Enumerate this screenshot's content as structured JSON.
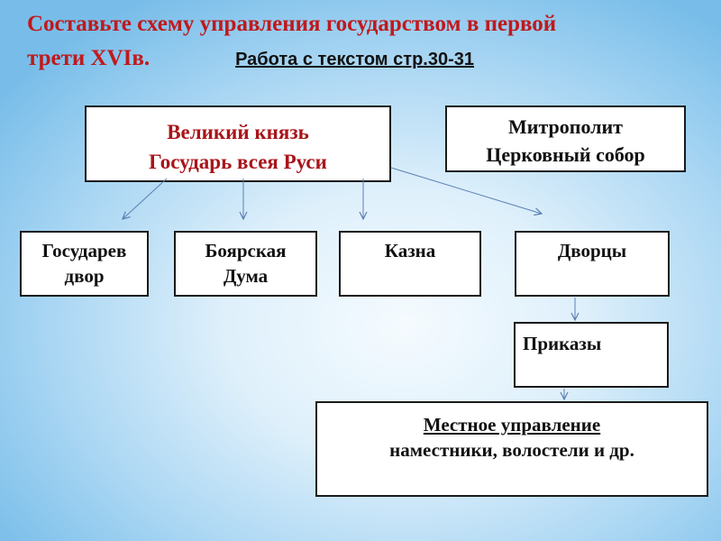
{
  "title": {
    "line1": "Составьте схему управления государством в первой",
    "line2": "трети  XVIв.",
    "task": "Работа с текстом стр.30-31 "
  },
  "nodes": {
    "prince": {
      "line1": "Великий князь",
      "line2": "Государь всея Руси"
    },
    "metropolitan": {
      "line1": "Митрополит",
      "line2": "Церковный собор"
    },
    "court": {
      "line1": "Государев",
      "line2": "двор"
    },
    "duma": {
      "line1": "Боярская",
      "line2": "Дума"
    },
    "treasury": {
      "line1": "Казна"
    },
    "palaces": {
      "line1": "Дворцы"
    },
    "prikazy": {
      "line1": "Приказы"
    },
    "local": {
      "line1": "Местное управление",
      "line2": "наместники, волостели и др."
    }
  },
  "colors": {
    "title": "#c0191c",
    "prince_text": "#a8151a",
    "arrow": "#5b7fb4"
  }
}
